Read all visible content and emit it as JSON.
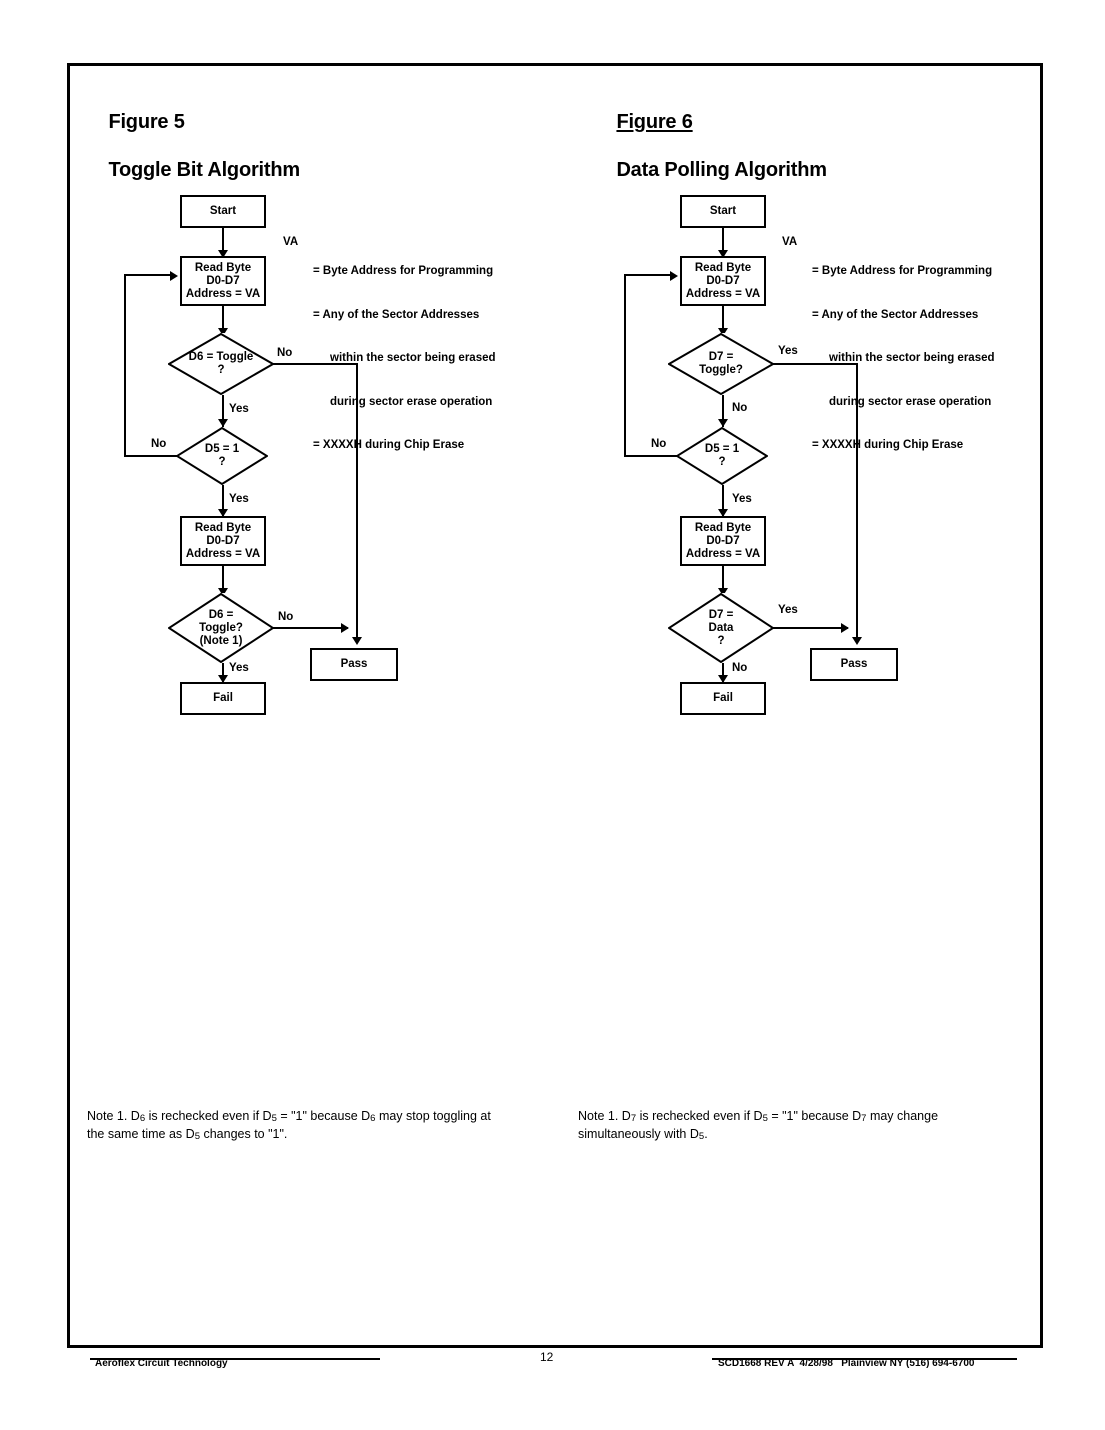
{
  "document": {
    "page_number": "12",
    "footer_left": "Aeroflex Circuit Technology",
    "footer_right": "SCD1668 REV A  4/28/98   Plainview NY (516) 694-6700"
  },
  "figures": [
    {
      "id": "figure-5",
      "title_line1": "Figure 5",
      "title_line2": "Toggle Bit Algorithm",
      "title_underline": false,
      "legend": {
        "key": "VA",
        "lines": [
          {
            "text": "= Byte Address for Programming",
            "indent": false
          },
          {
            "text": "= Any of the Sector Addresses",
            "indent": false
          },
          {
            "text": "within the sector being erased",
            "indent": true
          },
          {
            "text": "during sector erase operation",
            "indent": true
          },
          {
            "text": "= XXXXH during Chip Erase",
            "indent": false
          }
        ]
      },
      "nodes": {
        "start": "Start",
        "read_byte_1": "Read Byte\nD0-D7\nAddress = VA",
        "decision_1": "D6 = Toggle\n?",
        "decision_2": "D5 = 1\n?",
        "read_byte_2": "Read Byte\nD0-D7\nAddress = VA",
        "decision_3": "D6 =\nToggle?\n(Note 1)",
        "pass": "Pass",
        "fail": "Fail"
      },
      "edge_labels": {
        "d1_no": "No",
        "d1_yes": "Yes",
        "d2_no": "No",
        "d2_yes": "Yes",
        "d3_no": "No",
        "d3_yes": "Yes"
      },
      "note": {
        "prefix": "Note 1. D",
        "sub1": "6",
        "mid1": " is rechecked even if D",
        "sub2": "5",
        "mid2": " = \"1\" because D",
        "sub3": "6",
        "mid3": " may stop toggling at the same time as D",
        "sub4": "5",
        "suffix": " changes to \"1\"."
      }
    },
    {
      "id": "figure-6",
      "title_line1": "Figure 6",
      "title_line2": "Data Polling Algorithm",
      "title_underline": true,
      "legend": {
        "key": "VA",
        "lines": [
          {
            "text": "= Byte Address for Programming",
            "indent": false
          },
          {
            "text": "= Any of the Sector Addresses",
            "indent": false
          },
          {
            "text": "within the sector being erased",
            "indent": true
          },
          {
            "text": "during sector erase operation",
            "indent": true
          },
          {
            "text": "= XXXXH during Chip Erase",
            "indent": false
          }
        ]
      },
      "nodes": {
        "start": "Start",
        "read_byte_1": "Read Byte\nD0-D7\nAddress = VA",
        "decision_1": "D7 =\nToggle?",
        "decision_2": "D5 = 1\n?",
        "read_byte_2": "Read Byte\nD0-D7\nAddress = VA",
        "decision_3": "D7 =\nData\n?",
        "pass": "Pass",
        "fail": "Fail"
      },
      "edge_labels": {
        "d1_no": "Yes",
        "d1_yes": "No",
        "d2_no": "No",
        "d2_yes": "Yes",
        "d3_no": "Yes",
        "d3_yes": "No"
      },
      "note": {
        "prefix": "Note 1. D",
        "sub1": "7",
        "mid1": " is rechecked even if D",
        "sub2": "5",
        "mid2": " = \"1\" because D",
        "sub3": "7",
        "mid3": " may change simultaneously with D",
        "sub4": "5",
        "suffix": "."
      }
    }
  ],
  "colors": {
    "ink": "#000000",
    "paper": "#ffffff"
  }
}
